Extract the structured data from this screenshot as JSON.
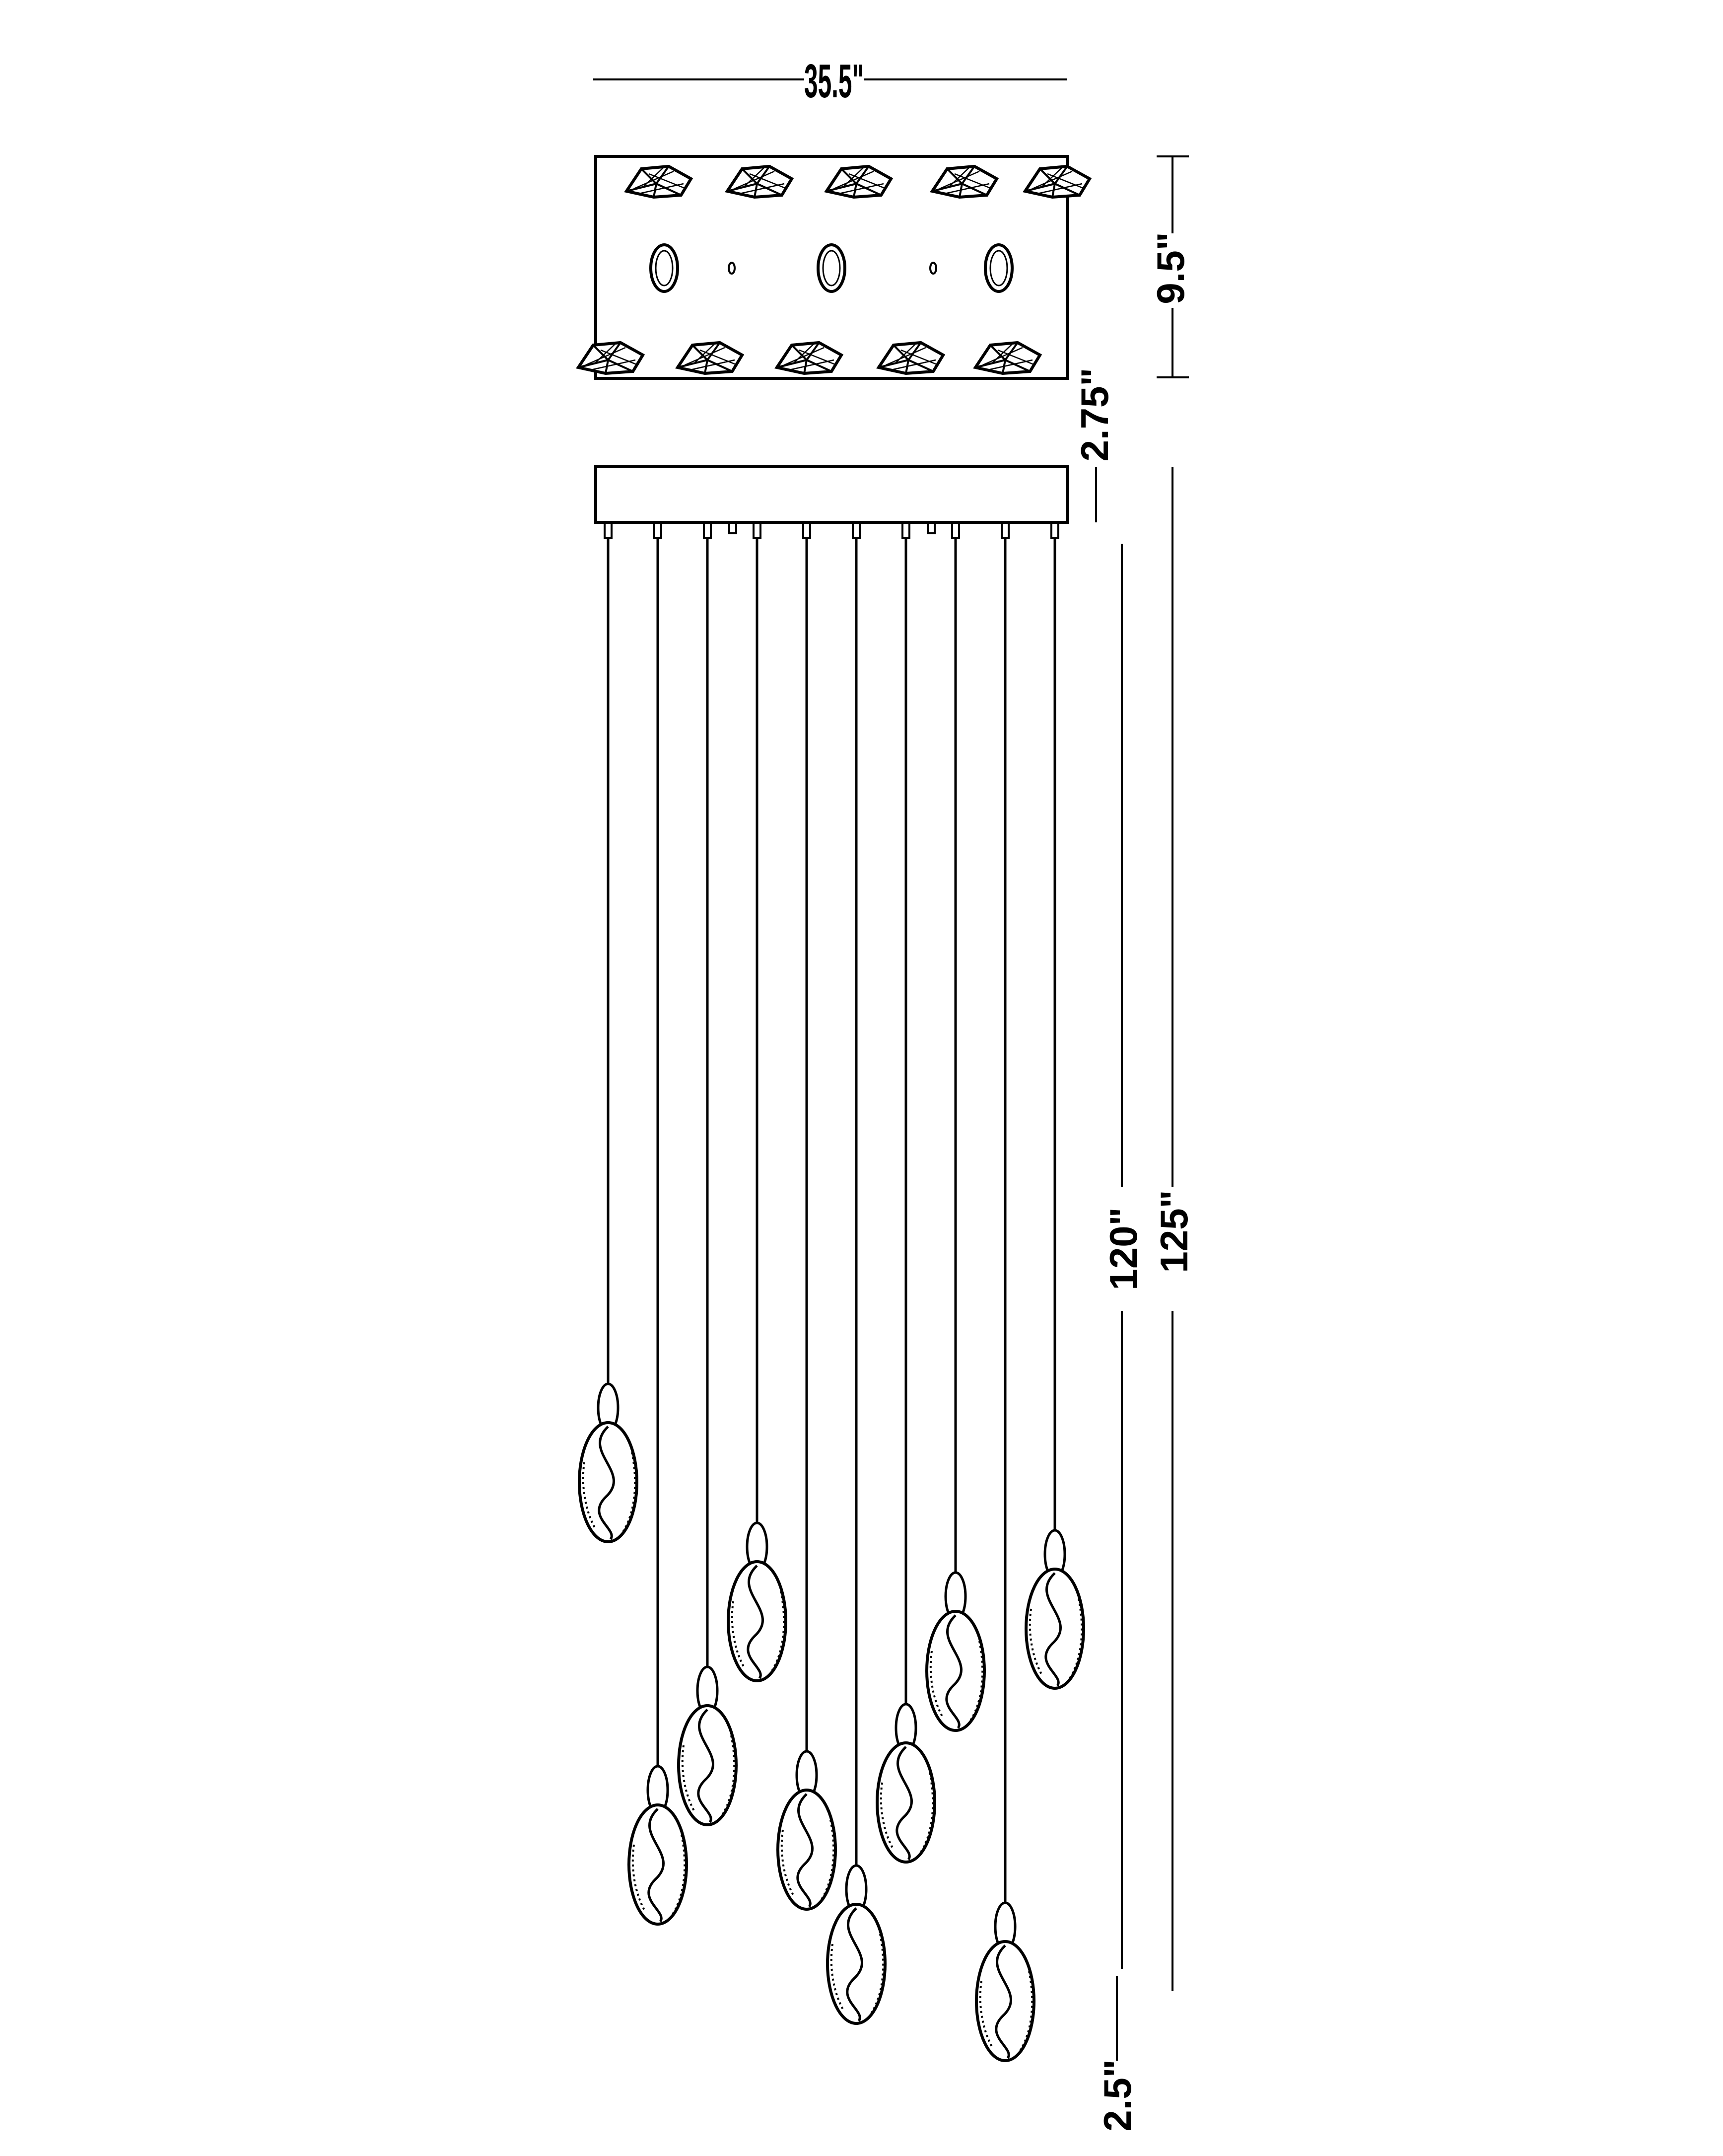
{
  "dimensions": {
    "width": "35.5\"",
    "top_view_depth": "9.5\"",
    "canopy_height": "2.75\"",
    "cable_drop": "120\"",
    "overall_height": "125\"",
    "pendant_height": "2.5\""
  },
  "colors": {
    "line": "#000000",
    "background": "#ffffff"
  },
  "pendants": {
    "count": 10
  }
}
